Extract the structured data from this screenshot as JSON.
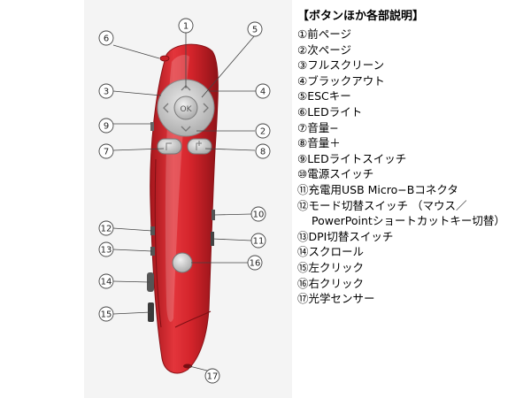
{
  "legend": {
    "title": "【ボタンほか各部説明】",
    "items": [
      "①前ページ",
      "②次ページ",
      "③フルスクリーン",
      "④ブラックアウト",
      "⑤ESCキー",
      "⑥LEDライト",
      "⑦音量−",
      "⑧音量＋",
      "⑨LEDライトスイッチ",
      "⑩電源スイッチ",
      "⑪充電用USB Micro−Bコネクタ",
      "⑫モード切替スイッチ （マウス／",
      "PowerPointショートカットキー切替）",
      "⑬DPI切替スイッチ",
      "⑭スクロール",
      "⑮左クリック",
      "⑯右クリック",
      "⑰光学センサー"
    ]
  },
  "callouts": [
    "1",
    "2",
    "3",
    "4",
    "5",
    "6",
    "7",
    "8",
    "9",
    "10",
    "11",
    "12",
    "13",
    "14",
    "15",
    "16",
    "17"
  ],
  "buttons": {
    "ok_label": "OK"
  },
  "colors": {
    "device_red": "#d8262e",
    "button_gray": "#c9c9c9",
    "background": "#f4f4f4"
  }
}
